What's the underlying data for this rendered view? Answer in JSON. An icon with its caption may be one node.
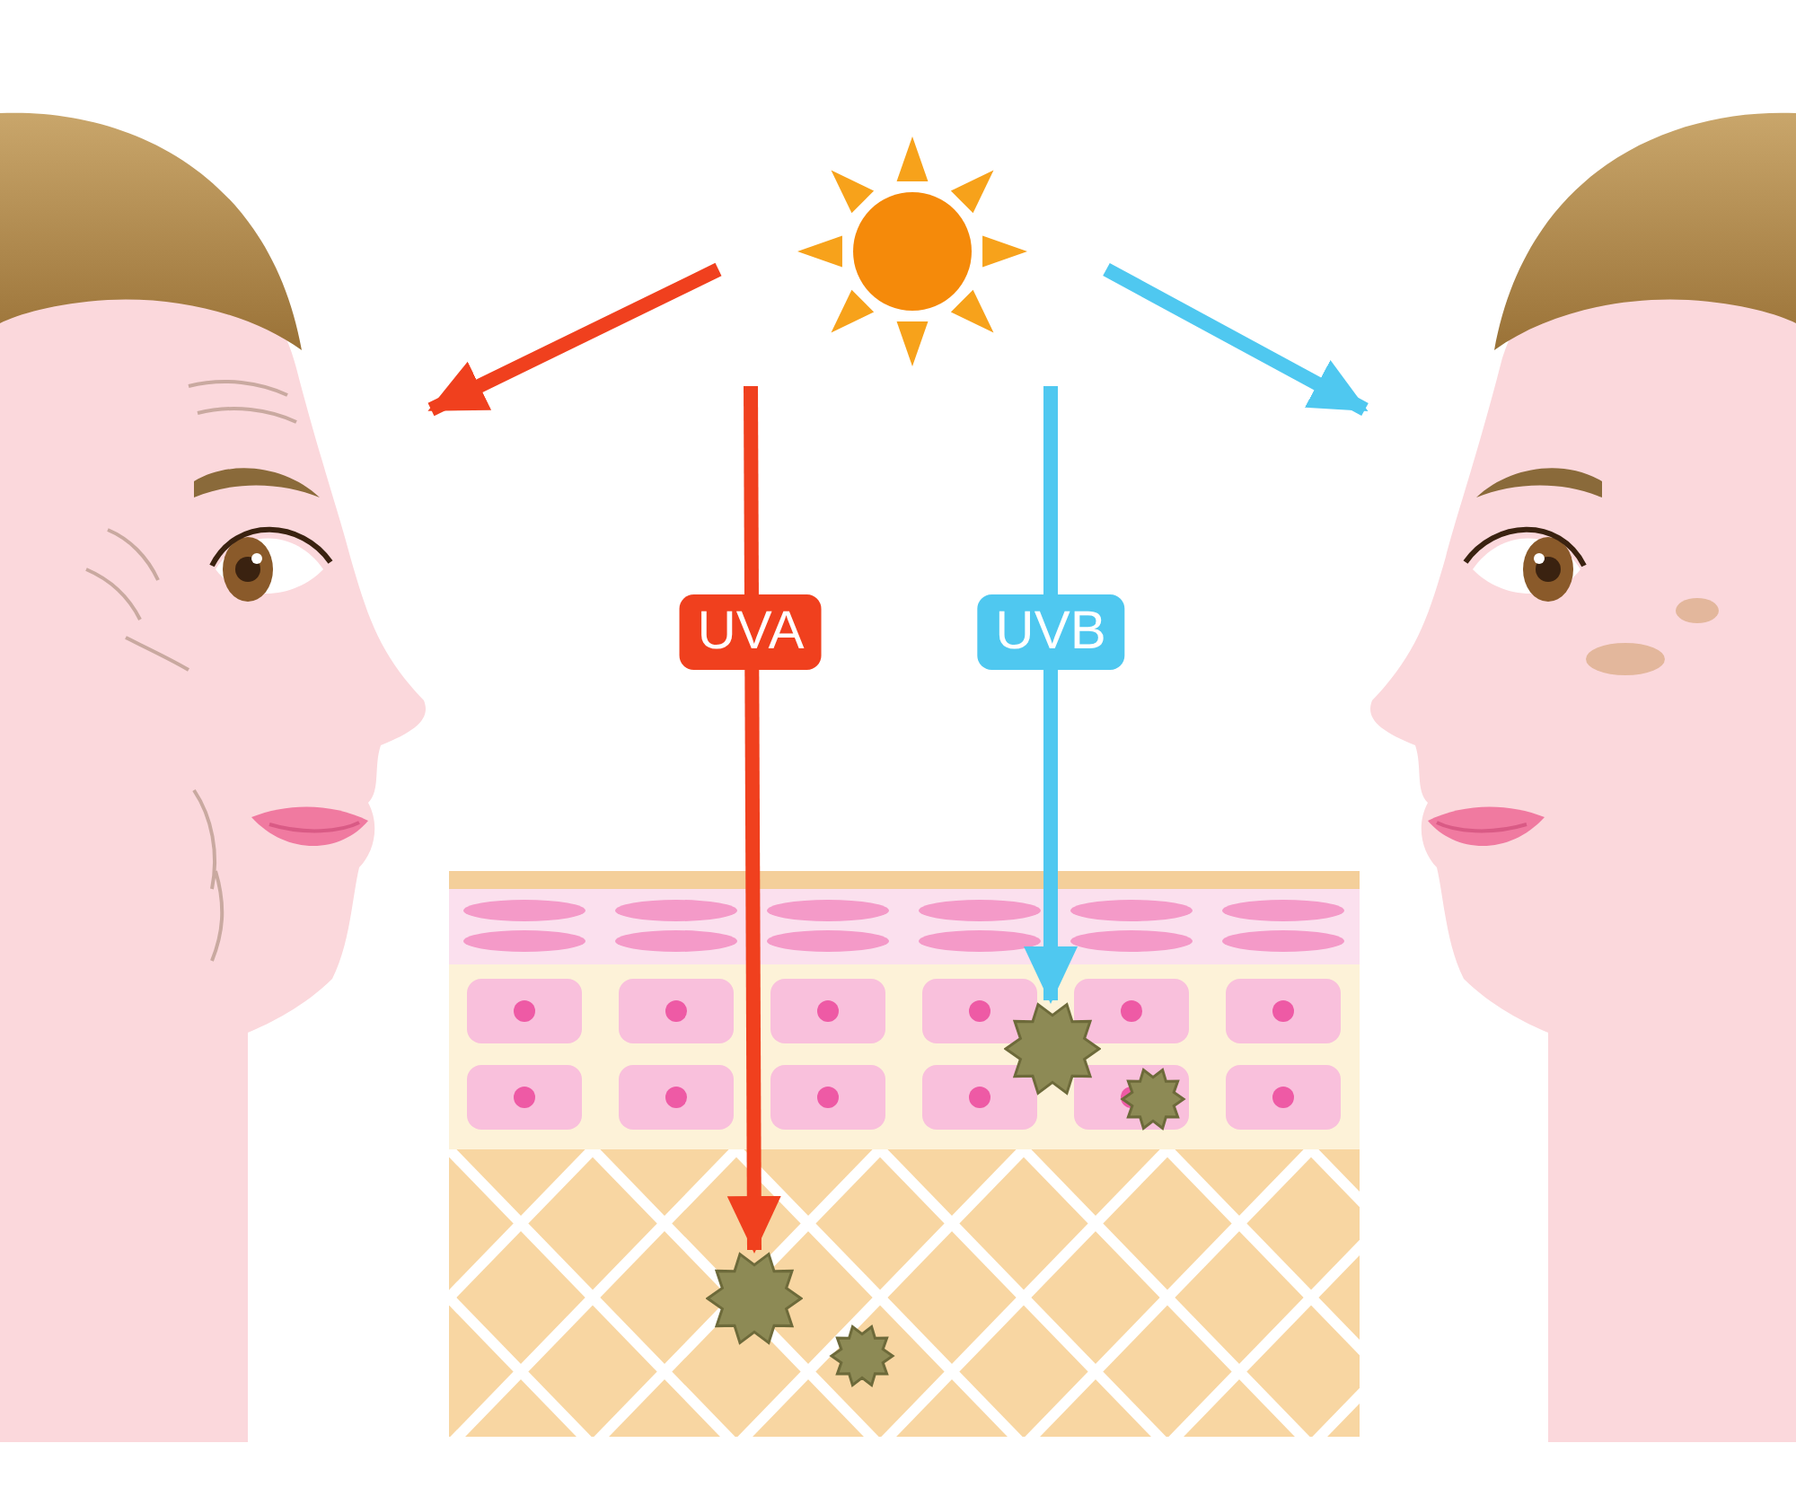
{
  "diagram": {
    "nodes": [
      {
        "text": [],
        "shape": "picture"
      },
      {
        "text": [],
        "shape": "picture"
      },
      {
        "text": [],
        "shape": "picture"
      },
      {
        "text": [],
        "shape": "picture"
      },
      {
        "text": [],
        "shape": "picture",
        "in": 3
      },
      {
        "text": [],
        "shape": "picture",
        "in": 3
      }
    ],
    "edges": [
      {
        "from": 1,
        "to": 0,
        "arrow": "to",
        "color": "#f0401e"
      },
      {
        "from": 1,
        "to": 2,
        "arrow": "to",
        "color": "#4fc8f0"
      },
      {
        "from": 1,
        "to": 5,
        "arrow": "to",
        "label": "UVA",
        "color": "#f0401e"
      },
      {
        "from": 1,
        "to": 4,
        "arrow": "to",
        "label": "UVB",
        "color": "#4fc8f0"
      }
    ]
  }
}
